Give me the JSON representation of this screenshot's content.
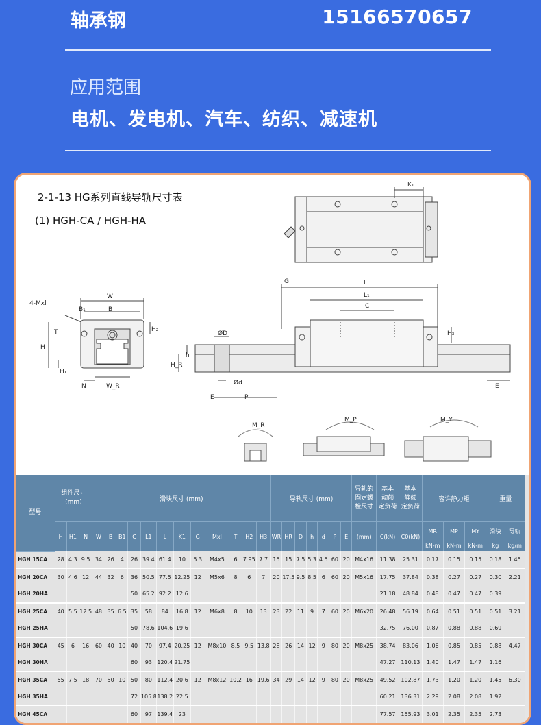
{
  "header": {
    "title": "轴承钢",
    "phone": "15166570657",
    "scope_label": "应用范围",
    "scope_value": "电机、发电机、汽车、纺织、减速机"
  },
  "figure": {
    "caption": "2-1-13 HG系列直线导轨尺寸表",
    "subcaption": "(1) HGH-CA / HGH-HA",
    "dims": {
      "K1": "K₁",
      "W": "W",
      "B": "B",
      "B1": "B₁",
      "mxl": "4-Mxl",
      "T": "T",
      "H2": "H₂",
      "H": "H",
      "H1": "H₁",
      "N": "N",
      "WR": "W_R",
      "G": "G",
      "L": "L",
      "L1": "L₁",
      "C": "C",
      "H3": "H₃",
      "OD": "ØD",
      "h": "h",
      "HR": "H_R",
      "od": "Ød",
      "E": "E",
      "P": "P",
      "E2": "E",
      "MR": "M_R",
      "MP": "M_P",
      "MY": "M_Y"
    }
  },
  "table": {
    "group_headers": {
      "model": "型号",
      "assembly": "组件尺寸\n(mm)",
      "block": "滑块尺寸 (mm)",
      "rail": "导轨尺寸 (mm)",
      "bolt": "导轨的\n固定螺\n栓尺寸",
      "dyn": "基本\n动额\n定负荷",
      "stat": "基本\n静额\n定负荷",
      "moment": "容许静力矩",
      "weight": "重量"
    },
    "sub_headers": {
      "MR": "MR",
      "MP": "MP",
      "MY": "MY",
      "blk": "滑块",
      "rail": "导轨",
      "cols": [
        "H",
        "H1",
        "N",
        "W",
        "B",
        "B1",
        "C",
        "L1",
        "L",
        "K1",
        "G",
        "Mxl",
        "T",
        "H2",
        "H3",
        "WR",
        "HR",
        "D",
        "h",
        "d",
        "P",
        "E",
        "(mm)",
        "C(kN)",
        "C0(kN)"
      ],
      "units": [
        "kN-m",
        "kN-m",
        "kN-m",
        "kg",
        "kg/m"
      ]
    },
    "rows": [
      [
        "HGH 15CA",
        "28",
        "4.3",
        "9.5",
        "34",
        "26",
        "4",
        "26",
        "39.4",
        "61.4",
        "10",
        "5.3",
        "M4x5",
        "6",
        "7.95",
        "7.7",
        "15",
        "15",
        "7.5",
        "5.3",
        "4.5",
        "60",
        "20",
        "M4x16",
        "11.38",
        "25.31",
        "0.17",
        "0.15",
        "0.15",
        "0.18",
        "1.45"
      ],
      [
        "HGH 20CA",
        "30",
        "4.6",
        "12",
        "44",
        "32",
        "6",
        "36",
        "50.5",
        "77.5",
        "12.25",
        "12",
        "M5x6",
        "8",
        "6",
        "7",
        "20",
        "17.5",
        "9.5",
        "8.5",
        "6",
        "60",
        "20",
        "M5x16",
        "17.75",
        "37.84",
        "0.38",
        "0.27",
        "0.27",
        "0.30",
        "2.21"
      ],
      [
        "HGH 20HA",
        "",
        "",
        "",
        "",
        "",
        "",
        "50",
        "65.2",
        "92.2",
        "12.6",
        "",
        "",
        "",
        "",
        "",
        "",
        "",
        "",
        "",
        "",
        "",
        "",
        "",
        "21.18",
        "48.84",
        "0.48",
        "0.47",
        "0.47",
        "0.39",
        ""
      ],
      [
        "HGH 25CA",
        "40",
        "5.5",
        "12.5",
        "48",
        "35",
        "6.5",
        "35",
        "58",
        "84",
        "16.8",
        "12",
        "M6x8",
        "8",
        "10",
        "13",
        "23",
        "22",
        "11",
        "9",
        "7",
        "60",
        "20",
        "M6x20",
        "26.48",
        "56.19",
        "0.64",
        "0.51",
        "0.51",
        "0.51",
        "3.21"
      ],
      [
        "HGH 25HA",
        "",
        "",
        "",
        "",
        "",
        "",
        "50",
        "78.6",
        "104.6",
        "19.6",
        "",
        "",
        "",
        "",
        "",
        "",
        "",
        "",
        "",
        "",
        "",
        "",
        "",
        "32.75",
        "76.00",
        "0.87",
        "0.88",
        "0.88",
        "0.69",
        ""
      ],
      [
        "HGH 30CA",
        "45",
        "6",
        "16",
        "60",
        "40",
        "10",
        "40",
        "70",
        "97.4",
        "20.25",
        "12",
        "M8x10",
        "8.5",
        "9.5",
        "13.8",
        "28",
        "26",
        "14",
        "12",
        "9",
        "80",
        "20",
        "M8x25",
        "38.74",
        "83.06",
        "1.06",
        "0.85",
        "0.85",
        "0.88",
        "4.47"
      ],
      [
        "HGH 30HA",
        "",
        "",
        "",
        "",
        "",
        "",
        "60",
        "93",
        "120.4",
        "21.75",
        "",
        "",
        "",
        "",
        "",
        "",
        "",
        "",
        "",
        "",
        "",
        "",
        "",
        "47.27",
        "110.13",
        "1.40",
        "1.47",
        "1.47",
        "1.16",
        ""
      ],
      [
        "HGH 35CA",
        "55",
        "7.5",
        "18",
        "70",
        "50",
        "10",
        "50",
        "80",
        "112.4",
        "20.6",
        "12",
        "M8x12",
        "10.2",
        "16",
        "19.6",
        "34",
        "29",
        "14",
        "12",
        "9",
        "80",
        "20",
        "M8x25",
        "49.52",
        "102.87",
        "1.73",
        "1.20",
        "1.20",
        "1.45",
        "6.30"
      ],
      [
        "HGH 35HA",
        "",
        "",
        "",
        "",
        "",
        "",
        "72",
        "105.8",
        "138.2",
        "22.5",
        "",
        "",
        "",
        "",
        "",
        "",
        "",
        "",
        "",
        "",
        "",
        "",
        "",
        "60.21",
        "136.31",
        "2.29",
        "2.08",
        "2.08",
        "1.92",
        ""
      ],
      [
        "HGH 45CA",
        "",
        "",
        "",
        "",
        "",
        "",
        "60",
        "97",
        "139.4",
        "23",
        "",
        "",
        "",
        "",
        "",
        "",
        "",
        "",
        "",
        "",
        "",
        "",
        "",
        "77.57",
        "155.93",
        "3.01",
        "2.35",
        "2.35",
        "2.73",
        ""
      ]
    ]
  }
}
